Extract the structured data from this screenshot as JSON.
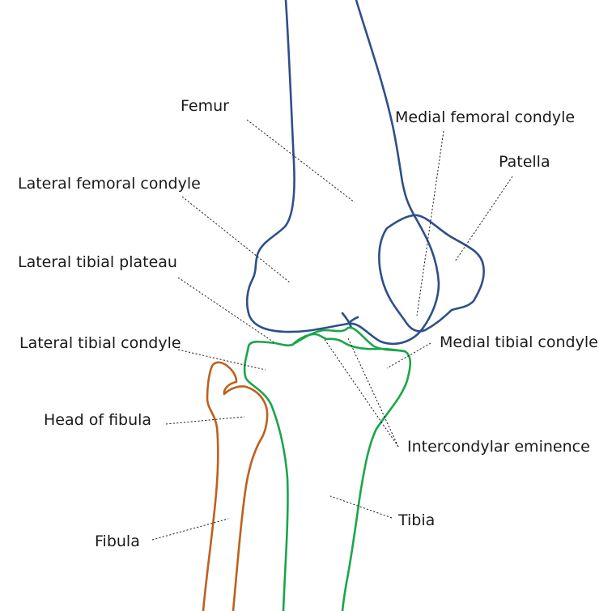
{
  "diagram": {
    "colors": {
      "femur_patella": "#2e4f8a",
      "tibia": "#1aa64a",
      "fibula": "#c0601e",
      "leader": "#222222",
      "text": "#1a1a1a"
    },
    "labels": {
      "femur": "Femur",
      "medial_femoral_condyle": "Medial femoral condyle",
      "patella": "Patella",
      "lateral_femoral_condyle": "Lateral femoral condyle",
      "lateral_tibial_plateau": "Lateral tibial plateau",
      "lateral_tibial_condyle": "Lateral tibial condyle",
      "medial_tibial_condyle": "Medial tibial condyle",
      "head_of_fibula": "Head of fibula",
      "intercondylar_eminence": "Intercondylar eminence",
      "tibia": "Tibia",
      "fibula": "Fibula"
    }
  }
}
